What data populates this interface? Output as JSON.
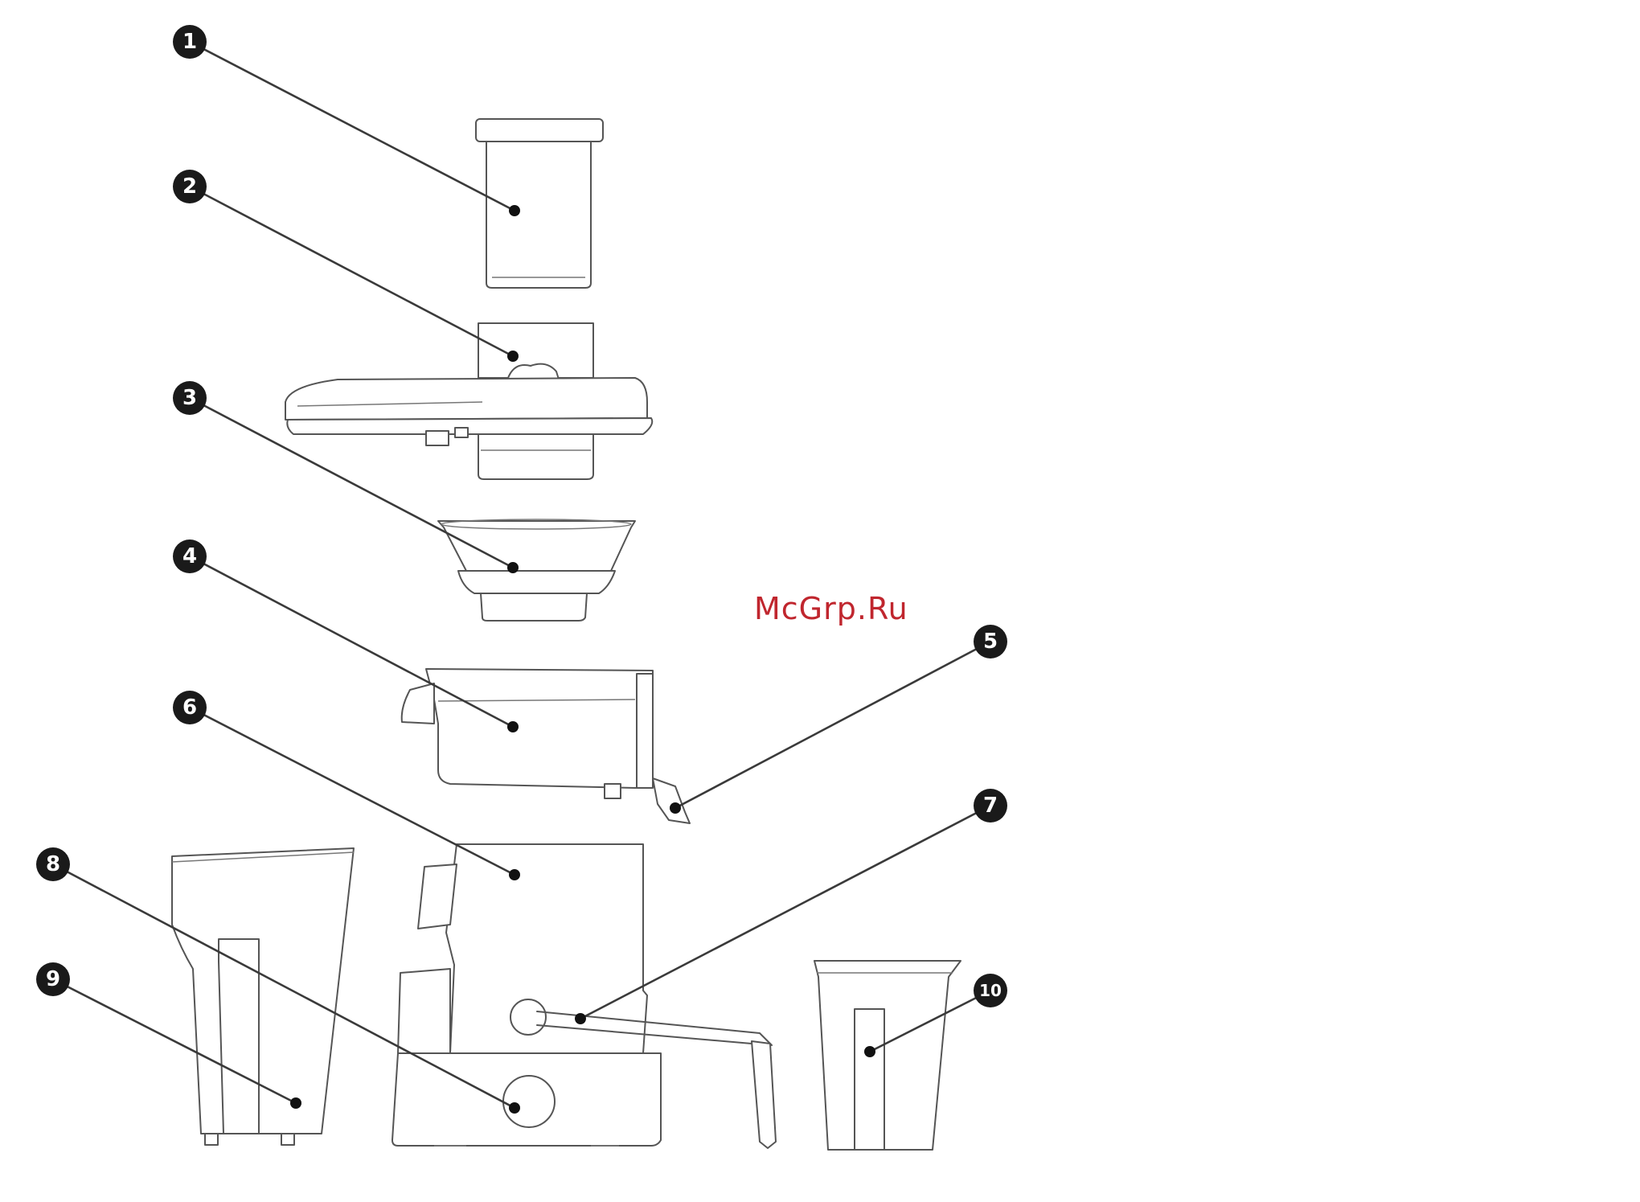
{
  "callouts": [
    "1",
    "2",
    "3",
    "4",
    "5",
    "6",
    "7",
    "8",
    "9",
    "10"
  ],
  "watermark": "McGrp.Ru",
  "colors": {
    "background": "#ffffff",
    "line_art": "#555555",
    "callout_badge": "#1a1a1a",
    "watermark": "#c0262e"
  }
}
